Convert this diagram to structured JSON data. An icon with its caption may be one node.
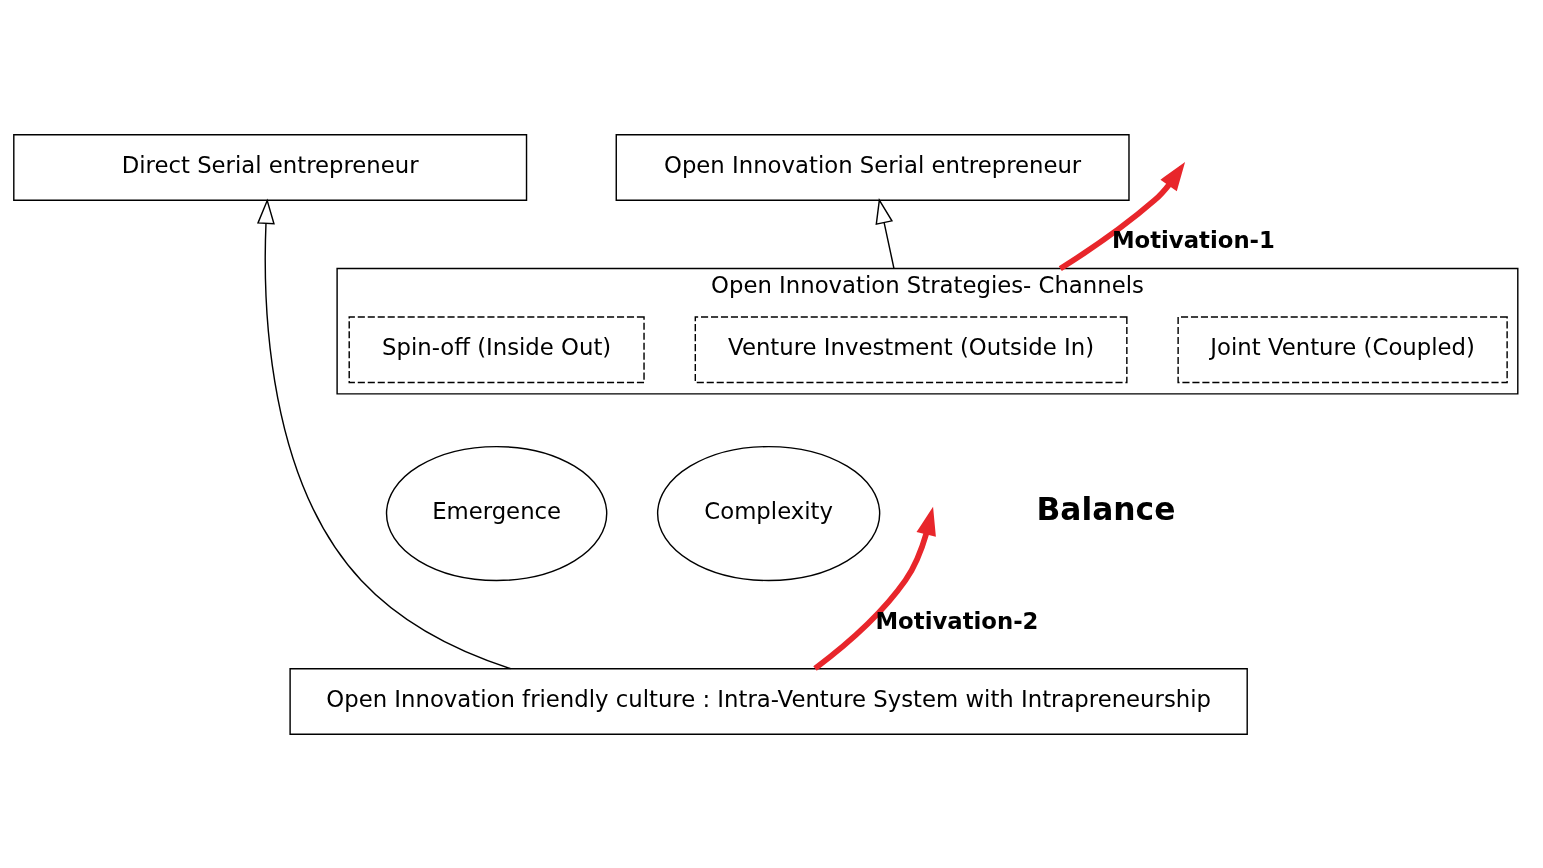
{
  "diagram": {
    "nodes": [
      {
        "text": [
          "Direct Serial entrepreneur"
        ]
      },
      {
        "text": [
          "Open Innovation Serial entrepreneur"
        ]
      },
      {
        "text": [
          "Open Innovation Strategies- Channels"
        ]
      },
      {
        "text": [
          "Spin-off (Inside Out)"
        ],
        "in": 2
      },
      {
        "text": [
          "Venture Investment (Outside In)"
        ],
        "in": 2
      },
      {
        "text": [
          "Joint Venture (Coupled)"
        ],
        "in": 2
      },
      {
        "text": [
          "Emergence"
        ]
      },
      {
        "text": [
          "Complexity"
        ]
      },
      {
        "text": [
          "Open Innovation friendly culture : Intra-Venture System with Intrapreneurship"
        ]
      }
    ],
    "edges": [
      {
        "from": 8,
        "to": 0,
        "arrow": "to"
      },
      {
        "from": 2,
        "to": 1,
        "arrow": "to"
      },
      {
        "from": 2,
        "to": null,
        "arrow": "to",
        "label": "Motivation-1",
        "style": "thick",
        "color": "#e8262b"
      },
      {
        "from": 8,
        "to": null,
        "arrow": "to",
        "label": "Motivation-2",
        "style": "thick",
        "color": "#e8262b"
      }
    ],
    "labels": [
      "Balance"
    ]
  }
}
